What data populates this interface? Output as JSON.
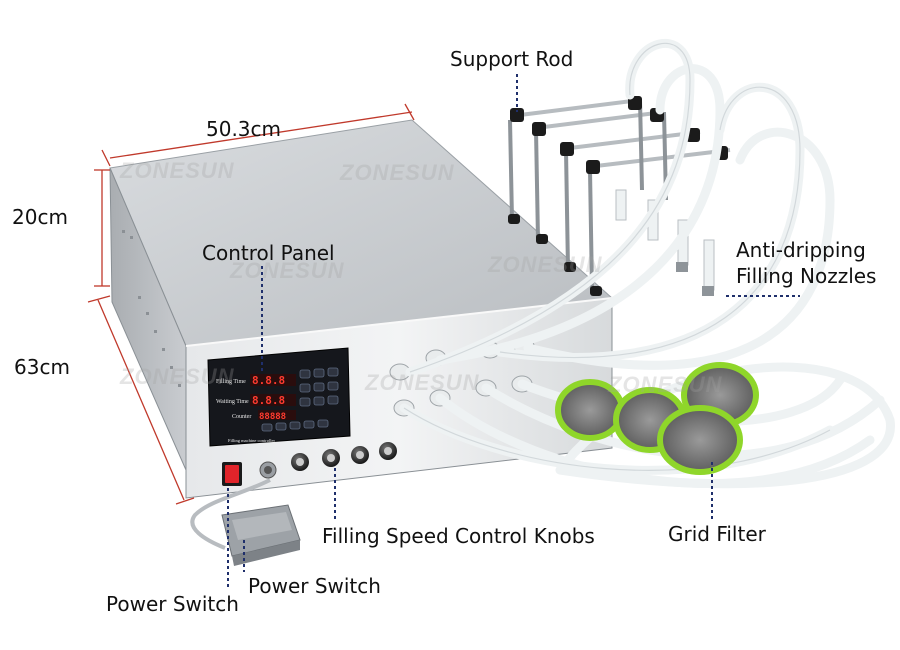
{
  "watermark": "ZONESUN",
  "dimensions": {
    "width": "50.3cm",
    "height": "20cm",
    "depth": "63cm"
  },
  "labels": {
    "support_rod": "Support Rod",
    "control_panel": "Control Panel",
    "nozzles_line1": "Anti-dripping",
    "nozzles_line2": "Filling Nozzles",
    "filling_speed_knobs": "Filling Speed Control Knobs",
    "grid_filter": "Grid Filter",
    "power_switch_foot": "Power Switch",
    "power_switch_button": "Power Switch"
  },
  "panel": {
    "filling_time": "Filling Time",
    "waiting_time": "Waiting Time",
    "counter": "Counter",
    "filling_display": "8.8.8",
    "waiting_display": "8.8.8",
    "counter_display": "88888",
    "footer": "Filling machine controller"
  },
  "colors": {
    "leader_line": "#1f2f6b",
    "dimension_line": "#c0392b",
    "tube": "#eef2f3",
    "filter_ring": "#8fd62a",
    "power_switch": "#e0242a"
  }
}
